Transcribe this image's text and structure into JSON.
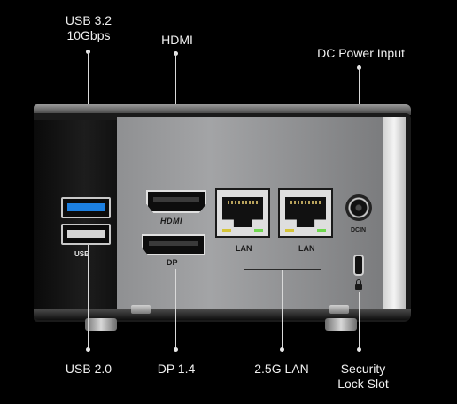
{
  "callouts": {
    "usb32_line1": "USB 3.2",
    "usb32_line2": "10Gbps",
    "hdmi": "HDMI",
    "dc_power": "DC Power Input",
    "usb20": "USB 2.0",
    "dp14": "DP 1.4",
    "lan25g": "2.5G LAN",
    "security_line1": "Security",
    "security_line2": "Lock Slot"
  },
  "panel_markings": {
    "usb": "USB",
    "hdmi": "HDMI",
    "dp": "DP",
    "lan_left": "LAN",
    "lan_right": "LAN",
    "dcin": "DCIN"
  },
  "icons": [
    "usb-port",
    "hdmi-port",
    "displayport-port",
    "ethernet-port",
    "dc-jack",
    "lock-icon"
  ],
  "colors": {
    "background": "#000000",
    "usb3_tongue": "#1c7fe0",
    "led_yellow": "#d5c437",
    "led_green": "#6fd84f"
  }
}
